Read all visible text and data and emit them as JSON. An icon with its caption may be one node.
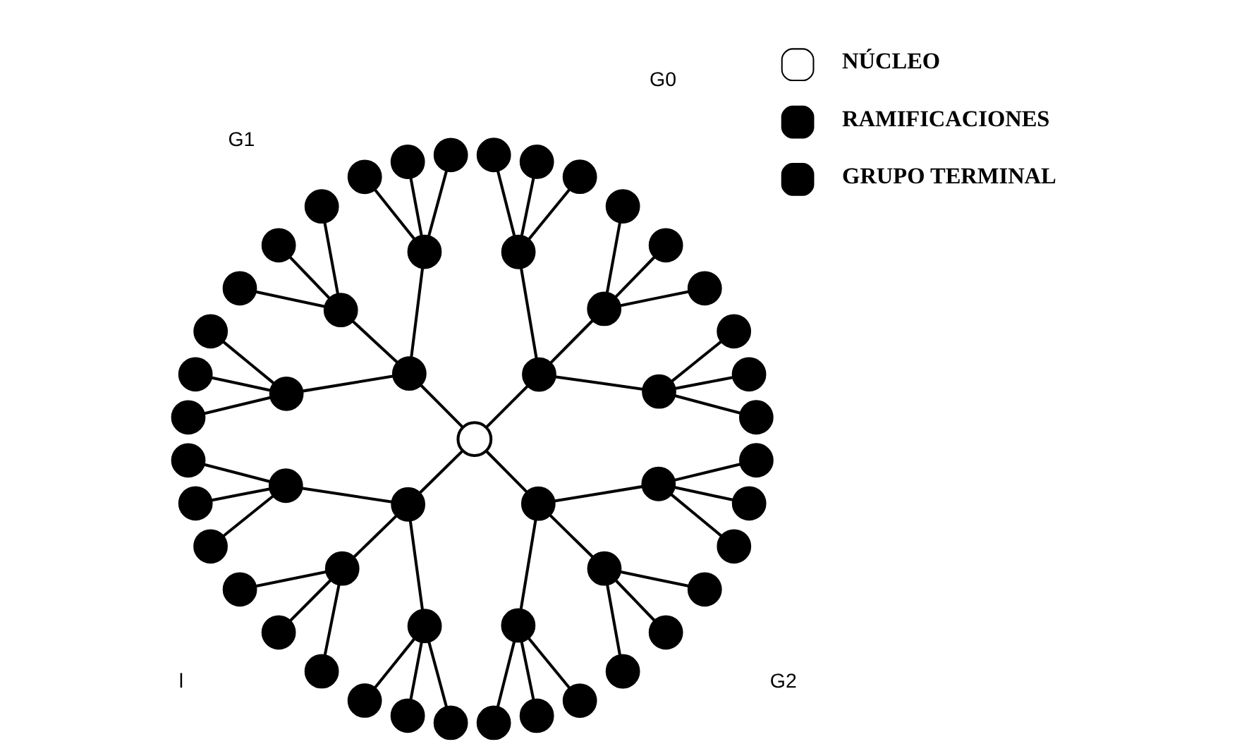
{
  "diagram": {
    "nodes": [
      {
        "text": [],
        "shape": "circle"
      },
      {
        "text": [],
        "shape": "circle"
      },
      {
        "text": [],
        "shape": "circle"
      },
      {
        "text": [],
        "shape": "circle"
      },
      {
        "text": [],
        "shape": "circle"
      },
      {
        "text": [],
        "shape": "circle"
      },
      {
        "text": [],
        "shape": "circle"
      },
      {
        "text": [],
        "shape": "circle"
      },
      {
        "text": [],
        "shape": "circle"
      },
      {
        "text": [],
        "shape": "circle"
      },
      {
        "text": [],
        "shape": "circle"
      },
      {
        "text": [],
        "shape": "circle"
      },
      {
        "text": [],
        "shape": "circle"
      },
      {
        "text": [],
        "shape": "circle"
      },
      {
        "text": [],
        "shape": "circle"
      },
      {
        "text": [],
        "shape": "circle"
      },
      {
        "text": [],
        "shape": "circle"
      },
      {
        "text": [],
        "shape": "circle"
      },
      {
        "text": [],
        "shape": "circle"
      },
      {
        "text": [],
        "shape": "circle"
      },
      {
        "text": [],
        "shape": "circle"
      },
      {
        "text": [],
        "shape": "circle"
      },
      {
        "text": [],
        "shape": "circle"
      },
      {
        "text": [],
        "shape": "circle"
      },
      {
        "text": [],
        "shape": "circle"
      },
      {
        "text": [],
        "shape": "circle"
      },
      {
        "text": [],
        "shape": "circle"
      },
      {
        "text": [],
        "shape": "circle"
      },
      {
        "text": [],
        "shape": "circle"
      },
      {
        "text": [],
        "shape": "circle"
      },
      {
        "text": [],
        "shape": "circle"
      },
      {
        "text": [],
        "shape": "circle"
      },
      {
        "text": [],
        "shape": "circle"
      },
      {
        "text": [],
        "shape": "circle"
      },
      {
        "text": [],
        "shape": "circle"
      },
      {
        "text": [],
        "shape": "circle"
      },
      {
        "text": [],
        "shape": "circle"
      },
      {
        "text": [],
        "shape": "circle"
      },
      {
        "text": [],
        "shape": "circle"
      },
      {
        "text": [],
        "shape": "circle"
      },
      {
        "text": [],
        "shape": "circle"
      },
      {
        "text": [],
        "shape": "circle"
      },
      {
        "text": [],
        "shape": "circle"
      },
      {
        "text": [],
        "shape": "circle"
      },
      {
        "text": [],
        "shape": "circle"
      },
      {
        "text": [],
        "shape": "circle"
      },
      {
        "text": [],
        "shape": "circle"
      },
      {
        "text": [],
        "shape": "circle"
      },
      {
        "text": [],
        "shape": "circle"
      },
      {
        "text": [],
        "shape": "circle"
      },
      {
        "text": [],
        "shape": "circle"
      },
      {
        "text": [],
        "shape": "circle"
      },
      {
        "text": [],
        "shape": "circle"
      }
    ],
    "edges": [
      {
        "from": 0,
        "to": 1,
        "arrow": "none"
      },
      {
        "from": 0,
        "to": 2,
        "arrow": "none"
      },
      {
        "from": 0,
        "to": 3,
        "arrow": "none"
      },
      {
        "from": 0,
        "to": 4,
        "arrow": "none"
      },
      {
        "from": 1,
        "to": 5,
        "arrow": "none"
      },
      {
        "from": 1,
        "to": 6,
        "arrow": "none"
      },
      {
        "from": 1,
        "to": 7,
        "arrow": "none"
      },
      {
        "from": 2,
        "to": 8,
        "arrow": "none"
      },
      {
        "from": 2,
        "to": 9,
        "arrow": "none"
      },
      {
        "from": 2,
        "to": 10,
        "arrow": "none"
      },
      {
        "from": 3,
        "to": 11,
        "arrow": "none"
      },
      {
        "from": 3,
        "to": 12,
        "arrow": "none"
      },
      {
        "from": 3,
        "to": 13,
        "arrow": "none"
      },
      {
        "from": 4,
        "to": 14,
        "arrow": "none"
      },
      {
        "from": 4,
        "to": 15,
        "arrow": "none"
      },
      {
        "from": 4,
        "to": 16,
        "arrow": "none"
      },
      {
        "from": 5,
        "to": 17,
        "arrow": "none"
      },
      {
        "from": 5,
        "to": 18,
        "arrow": "none"
      },
      {
        "from": 5,
        "to": 19,
        "arrow": "none"
      },
      {
        "from": 6,
        "to": 20,
        "arrow": "none"
      },
      {
        "from": 6,
        "to": 21,
        "arrow": "none"
      },
      {
        "from": 6,
        "to": 22,
        "arrow": "none"
      },
      {
        "from": 7,
        "to": 23,
        "arrow": "none"
      },
      {
        "from": 7,
        "to": 24,
        "arrow": "none"
      },
      {
        "from": 7,
        "to": 25,
        "arrow": "none"
      },
      {
        "from": 8,
        "to": 26,
        "arrow": "none"
      },
      {
        "from": 8,
        "to": 27,
        "arrow": "none"
      },
      {
        "from": 8,
        "to": 28,
        "arrow": "none"
      },
      {
        "from": 9,
        "to": 29,
        "arrow": "none"
      },
      {
        "from": 9,
        "to": 30,
        "arrow": "none"
      },
      {
        "from": 9,
        "to": 31,
        "arrow": "none"
      },
      {
        "from": 10,
        "to": 32,
        "arrow": "none"
      },
      {
        "from": 10,
        "to": 33,
        "arrow": "none"
      },
      {
        "from": 10,
        "to": 34,
        "arrow": "none"
      },
      {
        "from": 11,
        "to": 35,
        "arrow": "none"
      },
      {
        "from": 11,
        "to": 36,
        "arrow": "none"
      },
      {
        "from": 11,
        "to": 37,
        "arrow": "none"
      },
      {
        "from": 12,
        "to": 38,
        "arrow": "none"
      },
      {
        "from": 12,
        "to": 39,
        "arrow": "none"
      },
      {
        "from": 12,
        "to": 40,
        "arrow": "none"
      },
      {
        "from": 13,
        "to": 41,
        "arrow": "none"
      },
      {
        "from": 13,
        "to": 42,
        "arrow": "none"
      },
      {
        "from": 13,
        "to": 43,
        "arrow": "none"
      },
      {
        "from": 14,
        "to": 44,
        "arrow": "none"
      },
      {
        "from": 14,
        "to": 45,
        "arrow": "none"
      },
      {
        "from": 14,
        "to": 46,
        "arrow": "none"
      },
      {
        "from": 15,
        "to": 47,
        "arrow": "none"
      },
      {
        "from": 15,
        "to": 48,
        "arrow": "none"
      },
      {
        "from": 15,
        "to": 49,
        "arrow": "none"
      },
      {
        "from": 16,
        "to": 50,
        "arrow": "none"
      },
      {
        "from": 16,
        "to": 51,
        "arrow": "none"
      },
      {
        "from": 16,
        "to": 52,
        "arrow": "none"
      }
    ],
    "labels": [
      "G2",
      "G1",
      "G0",
      "l"
    ],
    "legend": [
      {
        "text": "NÚCLEO",
        "color": "#ffffff"
      },
      {
        "text": "RAMIFICACIONES",
        "color": "#000000"
      },
      {
        "text": "GRUPO TERMINAL",
        "color": "#000000"
      }
    ]
  }
}
